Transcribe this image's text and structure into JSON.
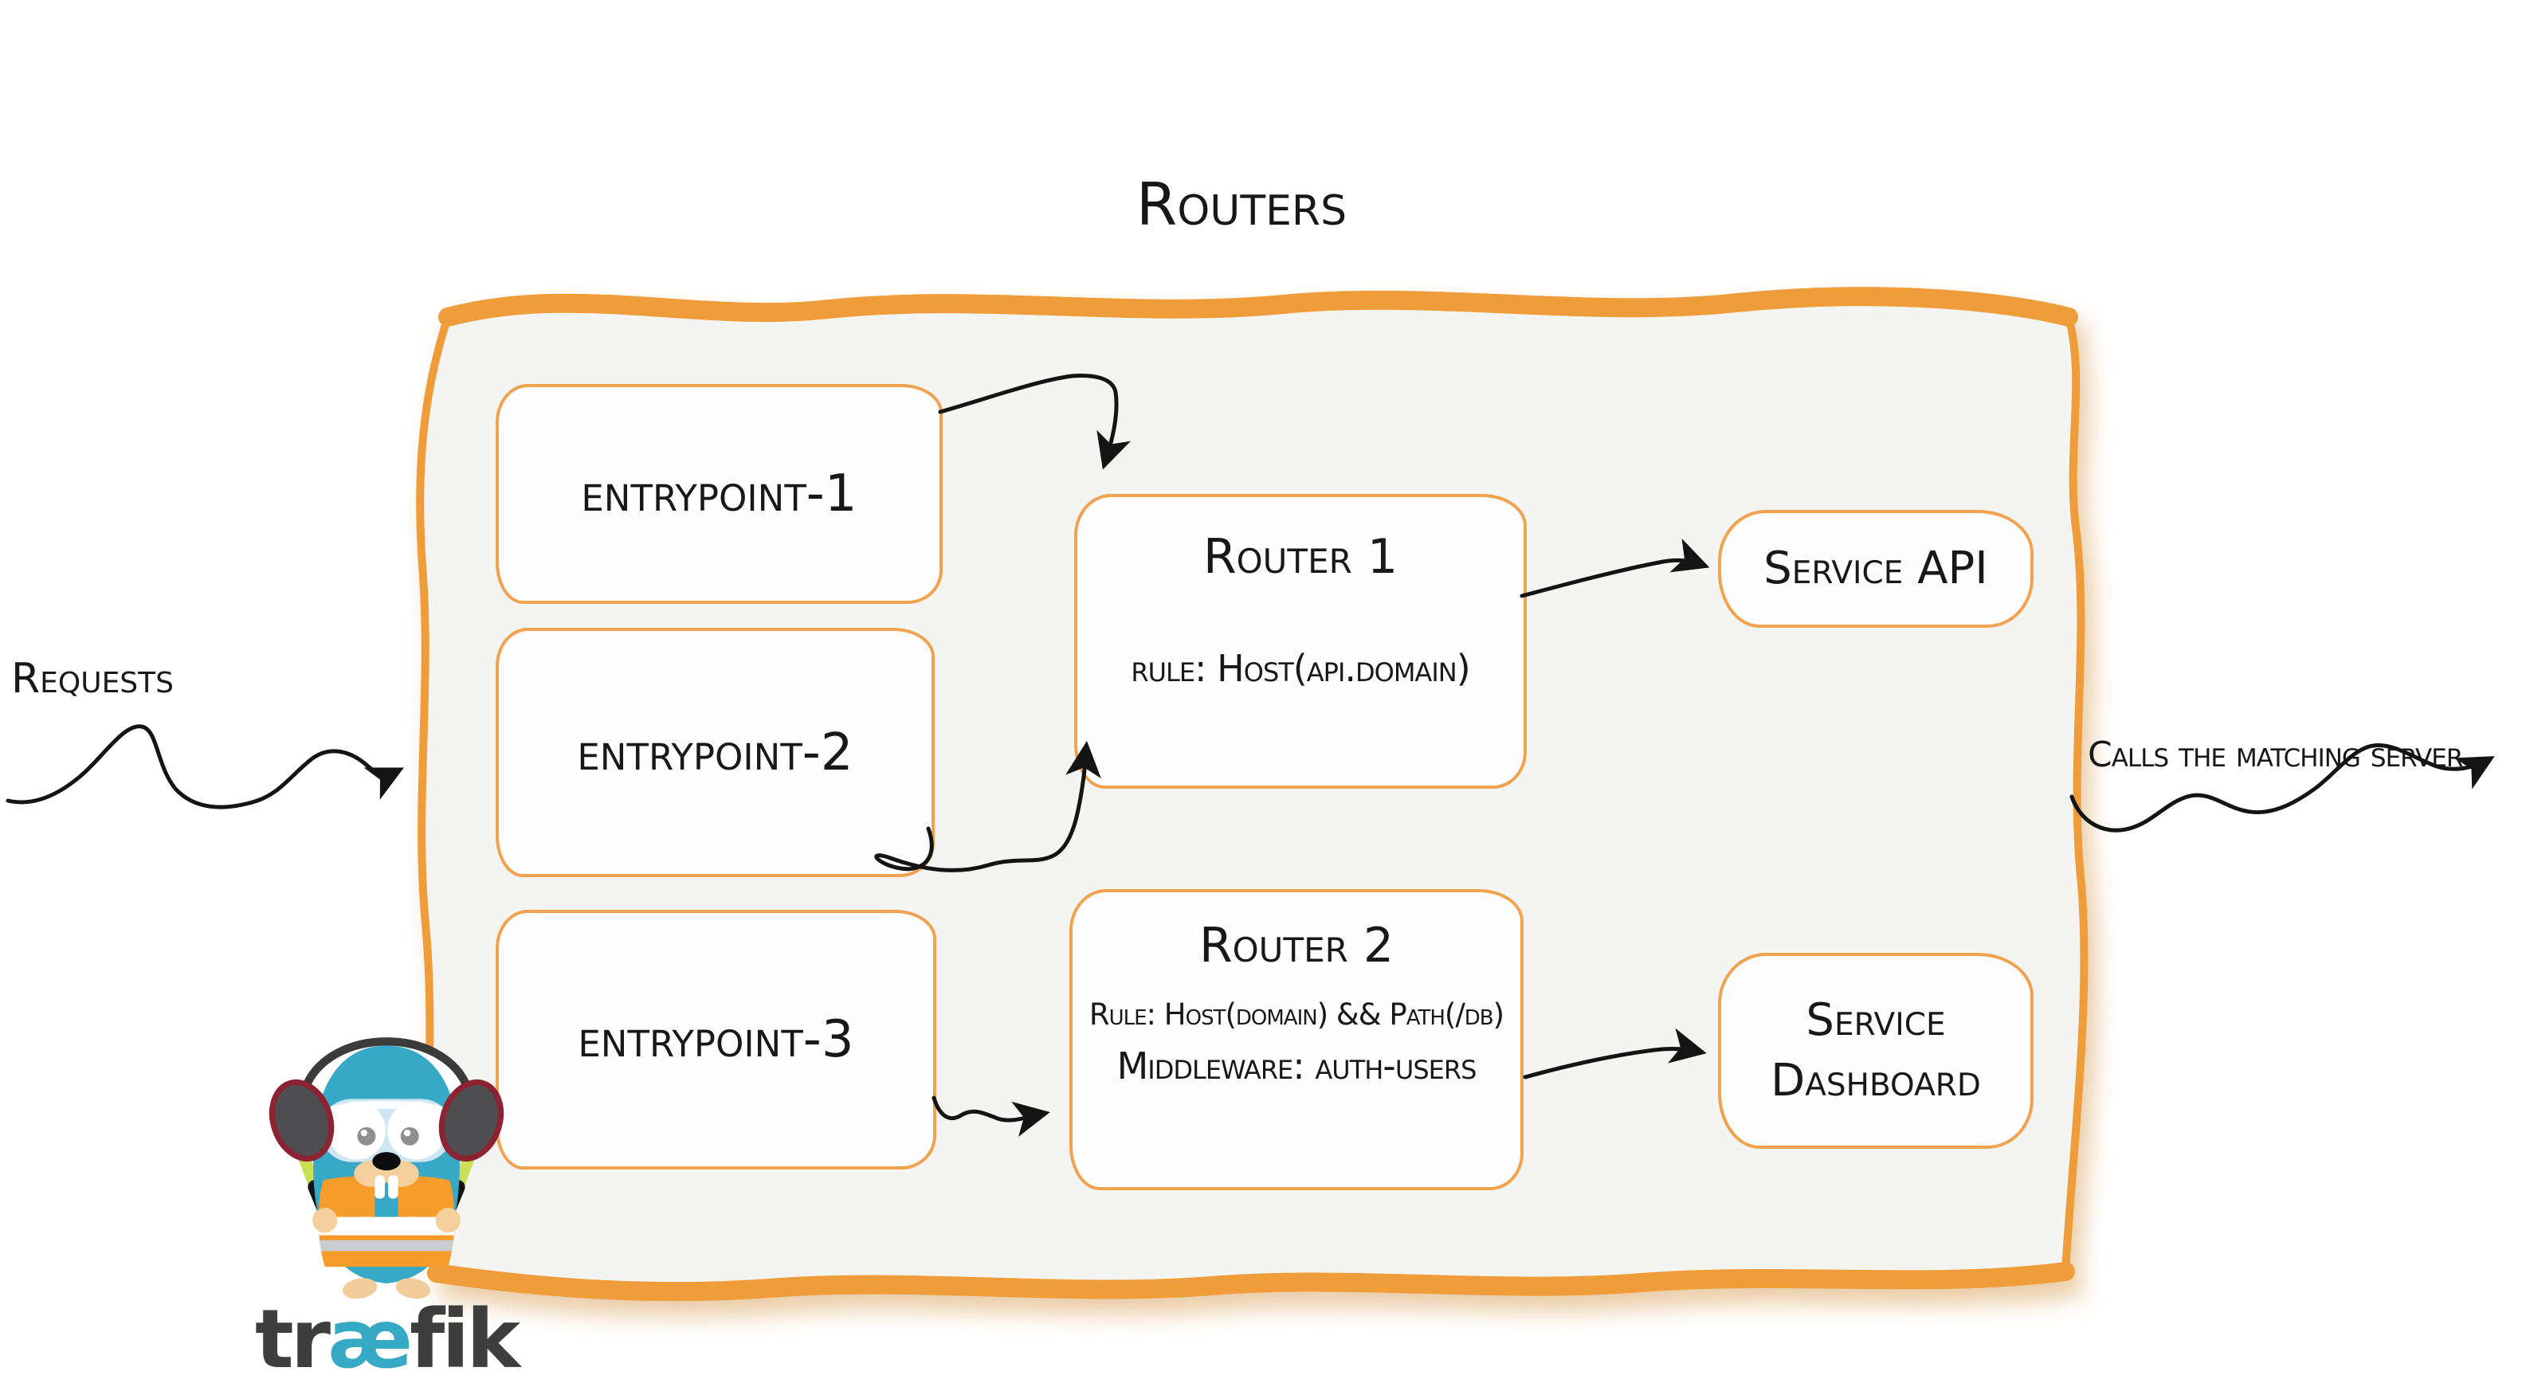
{
  "diagram": {
    "title": "Routers",
    "left_label": "Requests",
    "right_label": "Calls the matching server",
    "entrypoints": [
      {
        "label": "entrypoint-1"
      },
      {
        "label": "entrypoint-2"
      },
      {
        "label": "entrypoint-3"
      }
    ],
    "routers": [
      {
        "title": "Router 1",
        "rule": "rule: Host(api.domain)"
      },
      {
        "title": "Router 2",
        "rule": "Rule: Host(domain) && Path(/db)",
        "middleware": "Middleware: auth-users"
      }
    ],
    "services": [
      {
        "label": "Service API"
      },
      {
        "label": "Service Dashboard"
      }
    ]
  },
  "logo": {
    "wordmark": {
      "pre": "tr",
      "ligature": "æ",
      "post": "fik"
    }
  },
  "colors": {
    "container_border": "#ef9d3a",
    "box_border": "#f0a24e",
    "container_fill": "#f4f4f3",
    "box_fill": "#fdfdfd",
    "text": "#181818",
    "arrow": "#141414",
    "logo_teal": "#36a9c5",
    "logo_dark": "#3e3e3e",
    "vest_orange": "#f59c2b",
    "wand_green": "#cbdf55",
    "headphone_red": "#8c2332"
  }
}
